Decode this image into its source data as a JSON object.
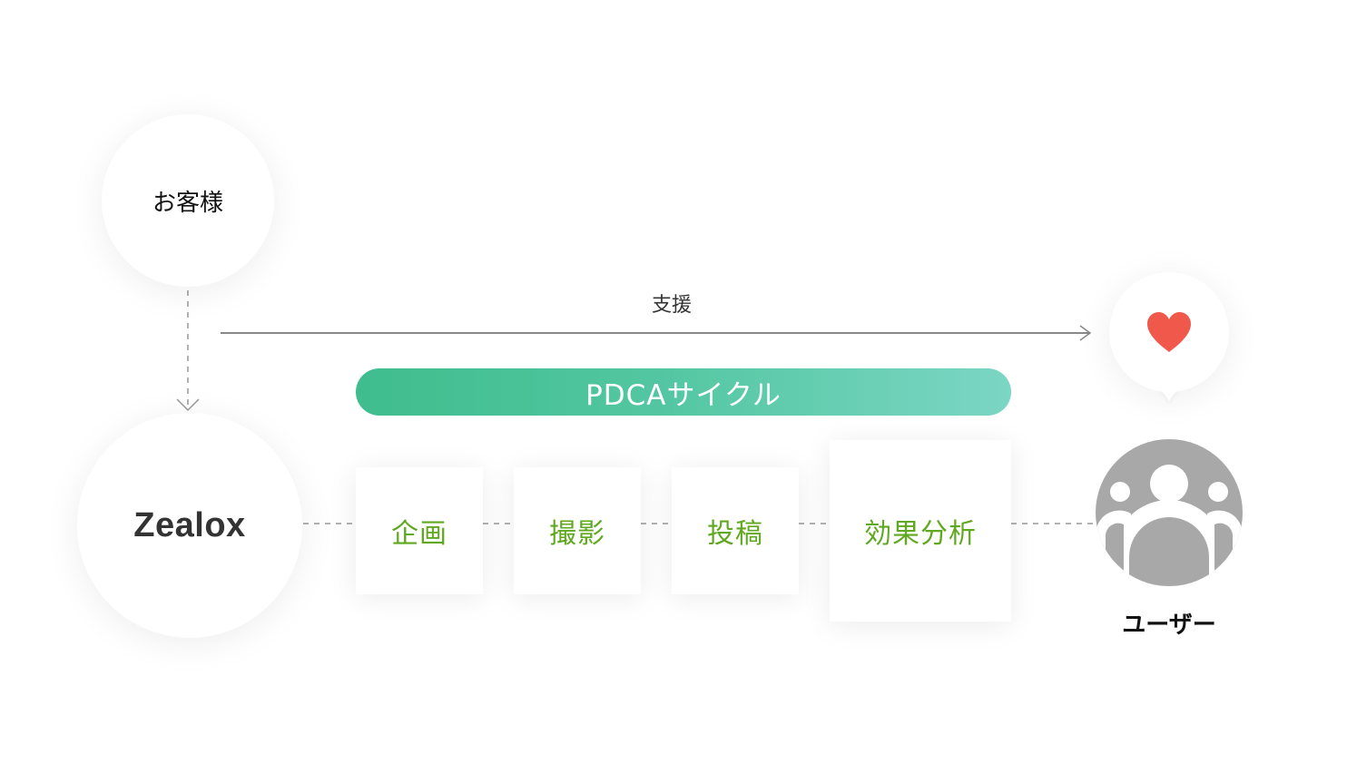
{
  "nodes": {
    "client": {
      "label": "お客様"
    },
    "company": {
      "label": "Zealox"
    },
    "user": {
      "label": "ユーザー"
    }
  },
  "support": {
    "label": "支援"
  },
  "pdca": {
    "label": "PDCAサイクル"
  },
  "steps": [
    {
      "label": "企画"
    },
    {
      "label": "撮影"
    },
    {
      "label": "投稿"
    },
    {
      "label": "効果分析"
    }
  ],
  "icons": {
    "heart": "heart-icon",
    "users": "users-group-icon"
  },
  "colors": {
    "pdca_start": "#3fbd8e",
    "pdca_end": "#7bd6c4",
    "step_text": "#5fa81f",
    "heart": "#f0584c",
    "users_icon": "#a8a8a8",
    "connector": "#999999"
  }
}
